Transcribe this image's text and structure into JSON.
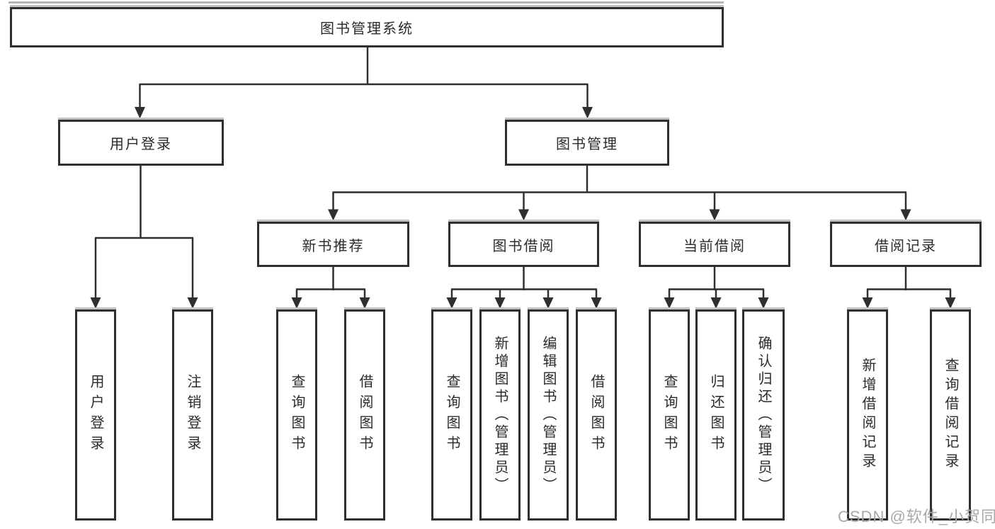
{
  "diagram": {
    "root": "图书管理系统",
    "branches": [
      {
        "label": "用户登录",
        "children": [
          "用户登录",
          "注销登录"
        ]
      },
      {
        "label": "图书管理",
        "sections": [
          {
            "label": "新书推荐",
            "children": [
              "查询图书",
              "借阅图书"
            ]
          },
          {
            "label": "图书借阅",
            "children": [
              "查询图书",
              "新增图书（管理员）",
              "编辑图书（管理员）",
              "借阅图书"
            ]
          },
          {
            "label": "当前借阅",
            "children": [
              "查询图书",
              "归还图书",
              "确认归还（管理员）"
            ]
          },
          {
            "label": "借阅记录",
            "children": [
              "新增借阅记录",
              "查询借阅记录"
            ]
          }
        ]
      }
    ]
  },
  "watermark": "CSDN @软件_小贺同学",
  "colors": {
    "background": "#ffffff",
    "box_border": "#2f2f2f",
    "line": "#2f2f2f",
    "text": "#2b2b2b",
    "watermark": "#a9a9a9"
  }
}
